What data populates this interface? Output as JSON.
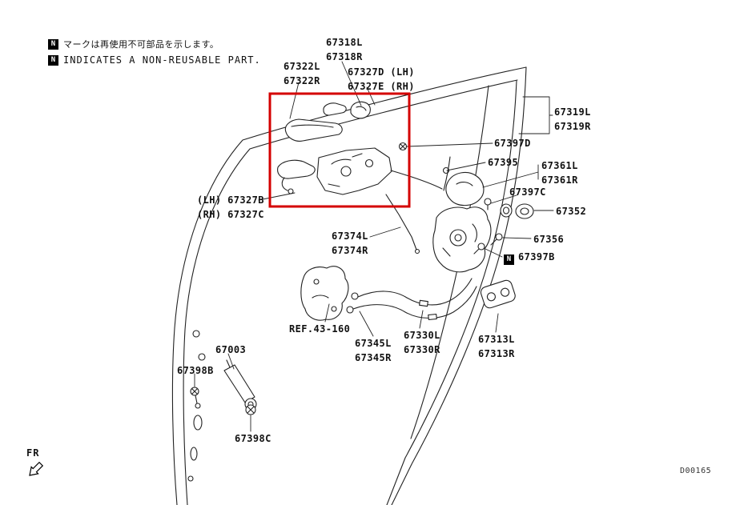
{
  "page": {
    "drawing_code": "D00165",
    "fr_label": "FR"
  },
  "notes": {
    "symbol": "N",
    "jp": "マークは再使用不可部品を示します。",
    "en": "INDICATES A NON-REUSABLE PART."
  },
  "labels": {
    "l67318L": "67318L",
    "l67318R": "67318R",
    "l67322L": "67322L",
    "l67322R": "67322R",
    "l67327D": "67327D (LH)",
    "l67327E": "67327E (RH)",
    "l67319L": "67319L",
    "l67319R": "67319R",
    "l67397D": "67397D",
    "l67395": "67395",
    "l67361L": "67361L",
    "l67361R": "67361R",
    "l67397C": "67397C",
    "l67352": "67352",
    "l67356": "67356",
    "l67397B": "67397B",
    "l67327B": "(LH) 67327B",
    "l67327C": "(RH) 67327C",
    "l67374L": "67374L",
    "l67374R": "67374R",
    "lref": "REF.43-160",
    "l67345L": "67345L",
    "l67345R": "67345R",
    "l67330L": "67330L",
    "l67330R": "67330R",
    "l67313L": "67313L",
    "l67313R": "67313R",
    "l67003": "67003",
    "l67398B": "67398B",
    "l67398C": "67398C"
  },
  "highlight": {
    "color": "#d40000"
  }
}
